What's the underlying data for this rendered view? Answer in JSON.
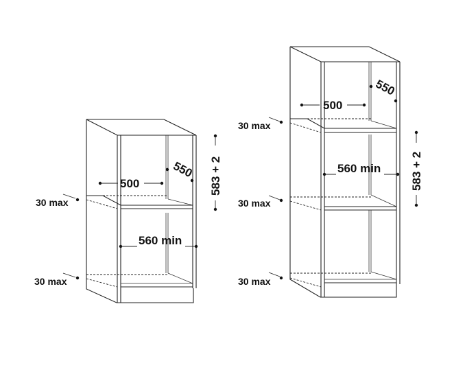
{
  "left_cabinet": {
    "depth_label": "550",
    "width_label": "500",
    "opening_width_label": "560 min",
    "opening_height_label": "583 + 2",
    "gap_upper_label": "30 max",
    "gap_lower_label": "30 max"
  },
  "right_cabinet": {
    "depth_label": "550",
    "width_label": "500",
    "opening_width_label": "560 min",
    "opening_height_label": "583 + 2",
    "gap_top_label": "30 max",
    "gap_middle_label": "30 max",
    "gap_bottom_label": "30 max"
  }
}
